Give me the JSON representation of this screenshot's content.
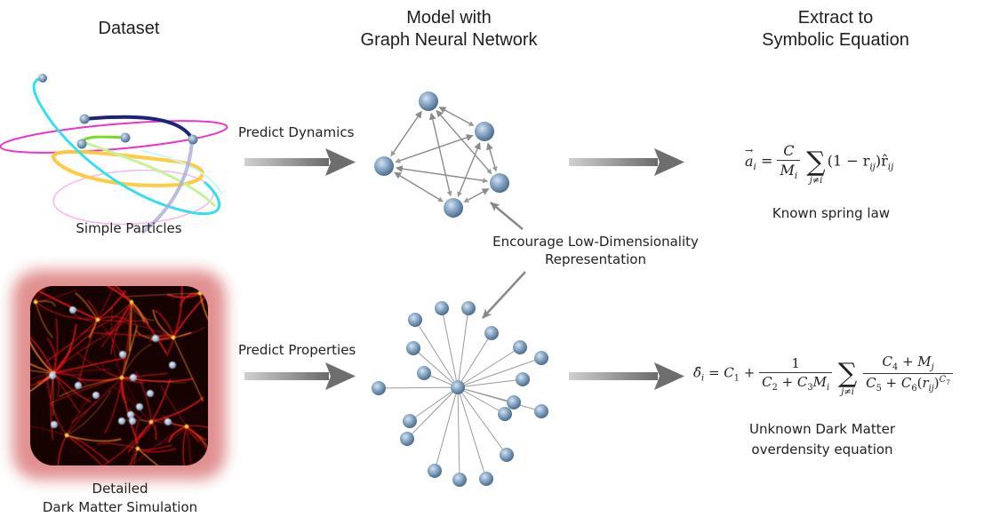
{
  "headers": {
    "dataset": "Dataset",
    "model_line1": "Model with",
    "model_line2": "Graph Neural Network",
    "extract_line1": "Extract to",
    "extract_line2": "Symbolic Equation"
  },
  "top_row": {
    "dataset_label": "Simple Particles",
    "arrow1_label": "Predict Dynamics",
    "equation": {
      "lhs": "a",
      "lhs_sub": "i",
      "frac_num": "C",
      "frac_den": "M",
      "frac_den_sub": "i",
      "sum_sub": "j≠i",
      "term": "(1 − r",
      "term_sub": "ij",
      "term_close": ")r̂",
      "term_sub2": "ij"
    },
    "equation_caption": "Known spring law"
  },
  "middle": {
    "annotation_line1": "Encourage Low-Dimensionality",
    "annotation_line2": "Representation"
  },
  "bottom_row": {
    "dataset_label_line1": "Detailed",
    "dataset_label_line2": "Dark Matter Simulation",
    "arrow1_label": "Predict Properties",
    "equation": {
      "lhs": "δ̂",
      "lhs_sub": "i",
      "c1": "C",
      "c1_sub": "1",
      "frac1_num": "1",
      "frac1_den_a": "C",
      "frac1_den_a_sub": "2",
      "frac1_den_b": "C",
      "frac1_den_b_sub": "3",
      "frac1_den_c": "M",
      "frac1_den_c_sub": "i",
      "sum_sub": "j≠i",
      "frac2_num_a": "C",
      "frac2_num_a_sub": "4",
      "frac2_num_b": "M",
      "frac2_num_b_sub": "j",
      "frac2_den_a": "C",
      "frac2_den_a_sub": "5",
      "frac2_den_b": "C",
      "frac2_den_b_sub": "6",
      "frac2_den_r": "r",
      "frac2_den_r_sub": "ij",
      "frac2_den_exp": "C",
      "frac2_den_exp_sub": "7"
    },
    "equation_caption_line1": "Unknown Dark Matter",
    "equation_caption_line2": "overdensity equation"
  },
  "colors": {
    "node_fill": "#7f9fbd",
    "node_highlight": "#c8d8e8",
    "edge": "#8a8a8a",
    "arrow_dark": "#6e6e6e",
    "arrow_light": "#c8c8c8",
    "dm_background": "#1a0000",
    "dm_filament": "#e01010",
    "orbit_cyan": "#33e0f0",
    "orbit_magenta": "#ee33cc",
    "orbit_navy": "#1c237a",
    "orbit_green": "#77dd22",
    "orbit_yellow": "#ffc83a"
  }
}
